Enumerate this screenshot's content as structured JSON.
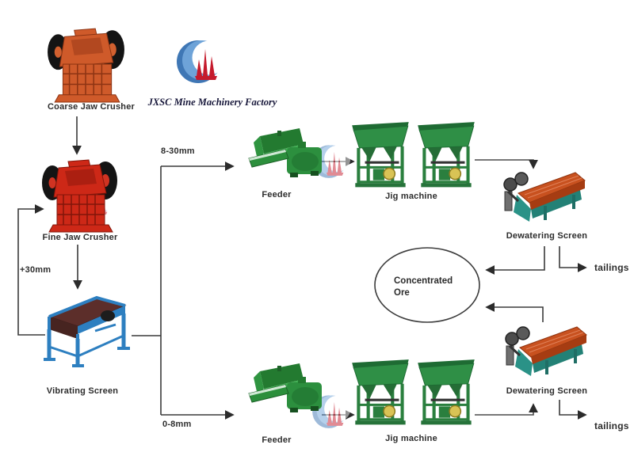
{
  "diagram": {
    "type": "mineral-processing-flow",
    "background": "#ffffff",
    "line_color": "#3a3a3a"
  },
  "logo": {
    "caption": "JXSC Mine Machinery Factory",
    "mark": "blue-crescent-with-red-towers",
    "blue": "#4e88c6",
    "red": "#c51a2c"
  },
  "machines": {
    "coarse_jaw_crusher": {
      "label": "Coarse Jaw Crusher",
      "color": "#cf5a2a"
    },
    "fine_jaw_crusher": {
      "label": "Fine Jaw Crusher",
      "color": "#cd2817"
    },
    "vibrating_screen": {
      "label": "Vibrating Screen",
      "color": "#2d7fc0"
    },
    "feeder_top": {
      "label": "Feeder",
      "color": "#2c8f3e"
    },
    "jig_top": {
      "label": "Jig machine",
      "color": "#2f8f46"
    },
    "dewatering_top": {
      "label": "Dewatering Screen",
      "color": "#2a9287"
    },
    "feeder_bottom": {
      "label": "Feeder",
      "color": "#2c8f3e"
    },
    "jig_bottom": {
      "label": "Jig machine",
      "color": "#2f8f46"
    },
    "dewatering_bottom": {
      "label": "Dewatering Screen",
      "color": "#2a9287"
    }
  },
  "stream_labels": {
    "oversize_recycle": "+30mm",
    "coarse_fraction": "8-30mm",
    "fine_fraction": "0-8mm"
  },
  "outputs": {
    "concentrated_line1": "Concentrated",
    "concentrated_line2": "Ore",
    "tailings_top": "tailings",
    "tailings_bottom": "tailings"
  },
  "flow": {
    "edges": [
      {
        "from": "Coarse Jaw Crusher",
        "to": "Fine Jaw Crusher"
      },
      {
        "from": "Fine Jaw Crusher",
        "to": "Vibrating Screen"
      },
      {
        "from": "Vibrating Screen",
        "to": "Fine Jaw Crusher",
        "label": "+30mm"
      },
      {
        "from": "Vibrating Screen",
        "to": "Feeder (top)",
        "label": "8-30mm"
      },
      {
        "from": "Feeder (top)",
        "to": "Jig machine (top)"
      },
      {
        "from": "Jig machine (top)",
        "to": "Dewatering Screen (top)"
      },
      {
        "from": "Dewatering Screen (top)",
        "to": "Concentrated Ore"
      },
      {
        "from": "Dewatering Screen (top)",
        "to": "tailings"
      },
      {
        "from": "Vibrating Screen",
        "to": "Feeder (bottom)",
        "label": "0-8mm"
      },
      {
        "from": "Feeder (bottom)",
        "to": "Jig machine (bottom)"
      },
      {
        "from": "Jig machine (bottom)",
        "to": "Dewatering Screen (bottom)"
      },
      {
        "from": "Dewatering Screen (bottom)",
        "to": "Concentrated Ore"
      },
      {
        "from": "Dewatering Screen (bottom)",
        "to": "tailings"
      }
    ]
  }
}
